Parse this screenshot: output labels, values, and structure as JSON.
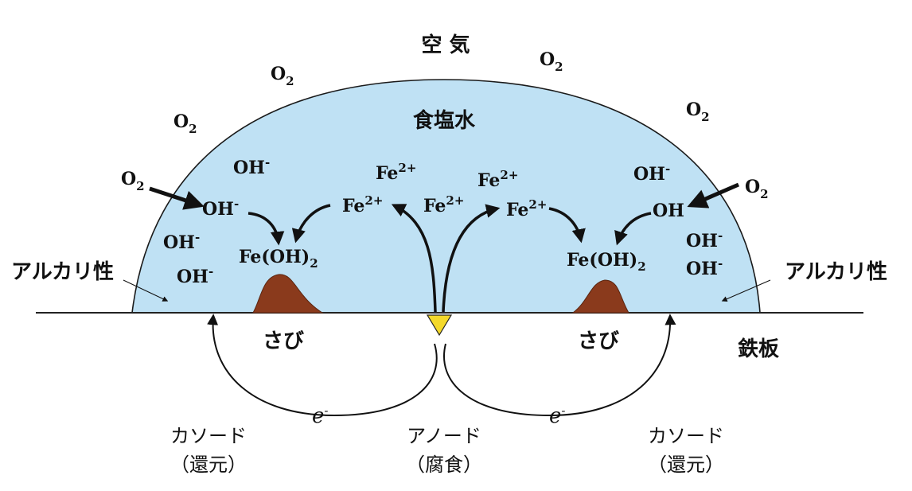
{
  "labels": {
    "air": "空 気",
    "saltwater": "食塩水",
    "iron_plate": "鉄板",
    "alkaline_left": "アルカリ性",
    "alkaline_right": "アルカリ性",
    "rust_left": "さび",
    "rust_right": "さび",
    "cathode_left_line1": "カソード",
    "cathode_left_line2": "（還元）",
    "anode_line1": "アノード",
    "anode_line2": "（腐食）",
    "cathode_right_line1": "カソード",
    "cathode_right_line2": "（還元）"
  },
  "species": {
    "o2_base": "O",
    "o2_sub": "2",
    "oh_base": "OH",
    "oh_sup": "-",
    "oh_plain": "OH",
    "fe_base": "Fe",
    "fe_sup": "2+",
    "feoh2_base": "Fe(OH)",
    "feoh2_sub": "2",
    "electron_base": "e",
    "electron_sup": "-"
  },
  "colors": {
    "water": "#bfe1f4",
    "rust": "#8a3a1c",
    "anode": "#f4d92a",
    "ink": "#111111"
  }
}
